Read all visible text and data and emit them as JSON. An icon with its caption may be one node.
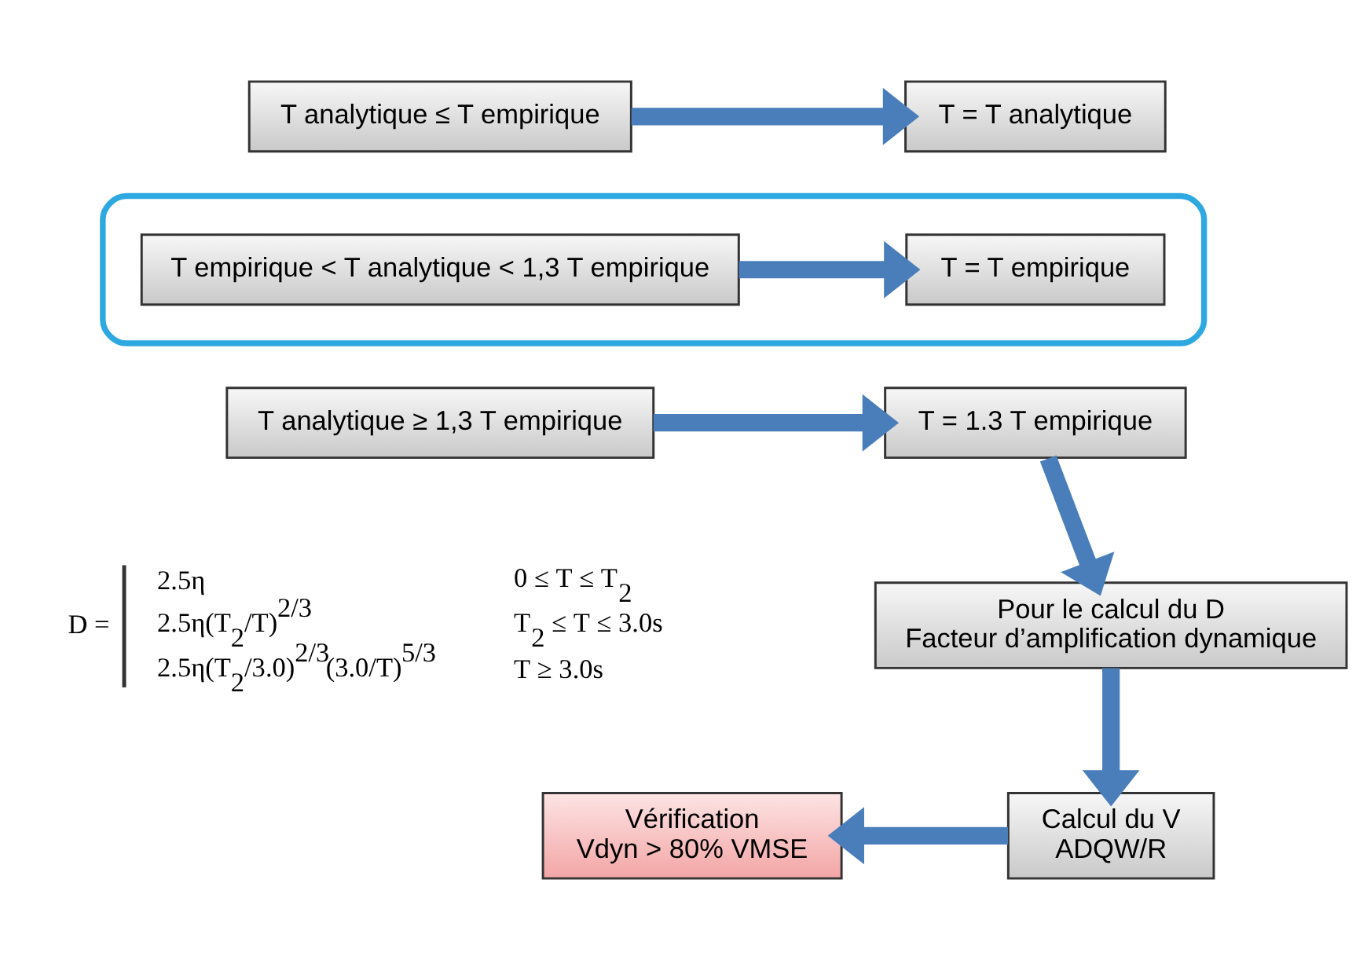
{
  "diagram": {
    "nodes": [
      {
        "text": [
          "T analytique ≤ T empirique"
        ]
      },
      {
        "text": [
          "T = T analytique"
        ]
      },
      {
        "text": [],
        "shape": "box"
      },
      {
        "text": [
          "T empirique < T analytique < 1,3 T empirique"
        ],
        "in": 2
      },
      {
        "text": [
          "T = T empirique"
        ],
        "in": 2
      },
      {
        "text": [
          "T analytique ≥ 1,3 T empirique"
        ]
      },
      {
        "text": [
          "T = 1.3 T empirique"
        ]
      },
      {
        "text": [
          "Pour le calcul du D",
          "Facteur d’amplification dynamique"
        ]
      },
      {
        "text": [
          "Calcul du V",
          "ADQW/R"
        ]
      },
      {
        "text": [
          "Vérification",
          "Vdyn > 80% VMSE"
        ]
      }
    ],
    "edges": [
      {
        "from": 0,
        "to": 1,
        "arrow": "to"
      },
      {
        "from": 3,
        "to": 4,
        "arrow": "to"
      },
      {
        "from": 5,
        "to": 6,
        "arrow": "to"
      },
      {
        "from": 6,
        "to": 7,
        "arrow": "to"
      },
      {
        "from": 7,
        "to": 8,
        "arrow": "to"
      },
      {
        "from": 8,
        "to": 9,
        "arrow": "to"
      }
    ],
    "labels": [
      "D =",
      "2.5η",
      "0 ≤ T ≤ T$_{2}$",
      "2.5η(T$_{2}$/T)$^{2/3}$",
      "T$_{2}$ ≤ T ≤ 3.0s",
      "2.5η(T$_{2}$/3.0)$^{2/3}$(3.0/T)$^{5/3}$",
      "T ≥ 3.0s"
    ]
  }
}
